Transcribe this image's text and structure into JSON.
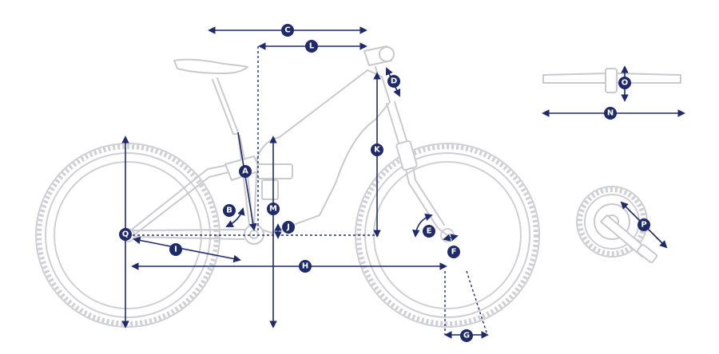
{
  "colors": {
    "dimension": "#1f2a6b",
    "outline": "#c9c9cf",
    "background": "#ffffff"
  },
  "labels": {
    "A": "A",
    "B": "B",
    "C": "C",
    "D": "D",
    "E": "E",
    "F": "F",
    "G": "G",
    "H": "H",
    "I": "I",
    "J": "J",
    "K": "K",
    "L": "L",
    "M": "M",
    "N": "N",
    "O": "O",
    "P": "P",
    "Q": "Q"
  }
}
